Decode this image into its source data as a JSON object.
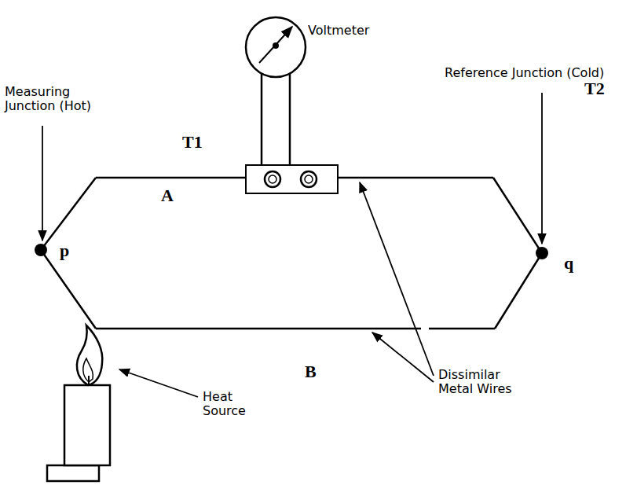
{
  "diagram": {
    "labels": [
      "Voltmeter",
      "Measuring Junction (Hot)",
      "T1",
      "A",
      "p",
      "Reference Junction (Cold)",
      "T2",
      "q",
      "Heat Source",
      "B",
      "Dissimilar Metal Wires"
    ]
  }
}
